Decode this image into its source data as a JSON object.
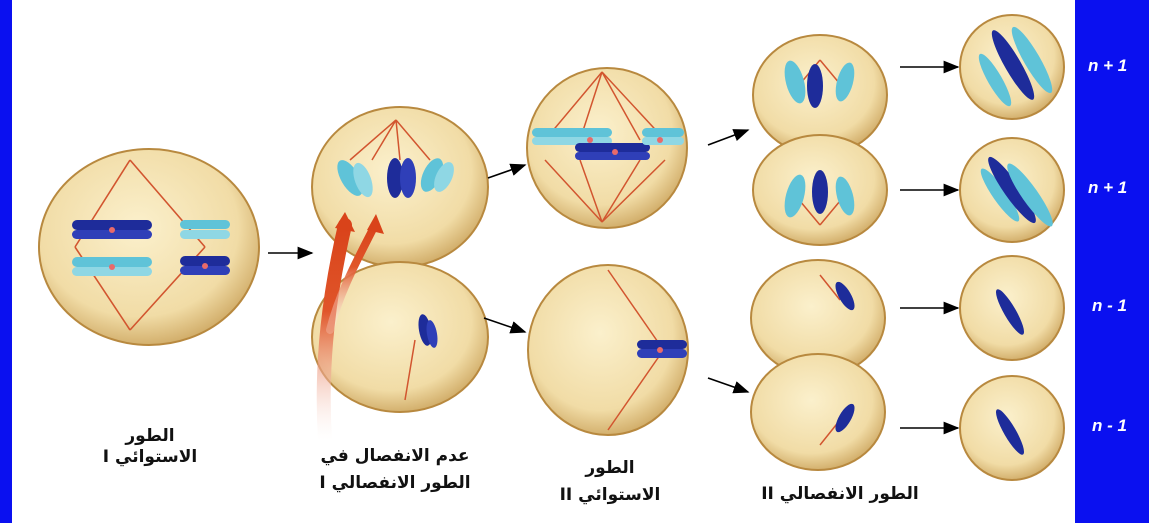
{
  "stage_labels": {
    "metaphase_1": [
      "الطور",
      "الاستوائي I"
    ],
    "nondisjunction": [
      "عدم الانفصال في",
      "الطور الانفصالي I"
    ],
    "metaphase_2": [
      "الطور",
      "الاستوائي II"
    ],
    "anaphase_2": "الطور الانفصالي II"
  },
  "gamete_labels": [
    "n + 1",
    "n + 1",
    "n - 1",
    "n - 1"
  ],
  "colors": {
    "panel": "#0a10f0",
    "cell_fill": "#f1dca6",
    "cell_edge": "#b8893f",
    "spindle": "#d2552f",
    "chrom_dark": "#1e2c9a",
    "chrom_light": "#5fc3d8",
    "arrow_red": "#e0552a"
  }
}
